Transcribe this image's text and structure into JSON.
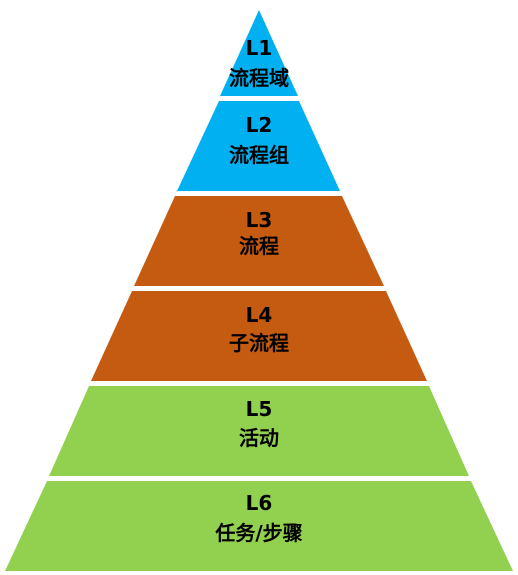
{
  "pyramid": {
    "levels": [
      {
        "code": "L1",
        "name": "流程域",
        "color": "#00B0F0"
      },
      {
        "code": "L2",
        "name": "流程组",
        "color": "#00B0F0"
      },
      {
        "code": "L3",
        "name": "流程",
        "color": "#C55A11"
      },
      {
        "code": "L4",
        "name": "子流程",
        "color": "#C55A11"
      },
      {
        "code": "L5",
        "name": "活动",
        "color": "#92D050"
      },
      {
        "code": "L6",
        "name": "任务/步骤",
        "color": "#92D050"
      }
    ]
  }
}
